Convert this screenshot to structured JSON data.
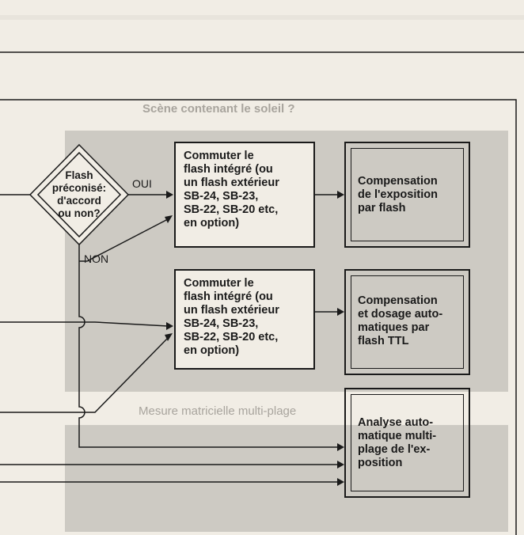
{
  "diagram": {
    "decision": {
      "text": "Flash\npréconisé:\nd'accord\nou non?"
    },
    "labels": {
      "yes": "OUI",
      "no": "NON"
    },
    "action_boxes": [
      {
        "text": "Commuter le\nflash intégré (ou\nun flash extérieur\nSB-24, SB-23,\nSB-22, SB-20 etc,\nen option)"
      },
      {
        "text": "Commuter le\nflash intégré (ou\nun flash extérieur\nSB-24, SB-23,\nSB-22, SB-20 etc,\nen option)"
      }
    ],
    "result_boxes": [
      {
        "text": "Compensation\nde l'exposition\npar flash"
      },
      {
        "text": "Compensation\net dosage auto-\nmatiques par\nflash TTL"
      },
      {
        "text": "Analyse auto-\nmatique multi-\nplage de l'ex-\nposition"
      }
    ]
  },
  "background_text": [
    {
      "text": "Scène contenant le soleil ?"
    },
    {
      "text": "Mesure matricielle multi-plage"
    }
  ],
  "colors": {
    "ink": "#1a1a1a",
    "paper": "#f1ede5",
    "photo_grey": "#c9c6c0"
  }
}
